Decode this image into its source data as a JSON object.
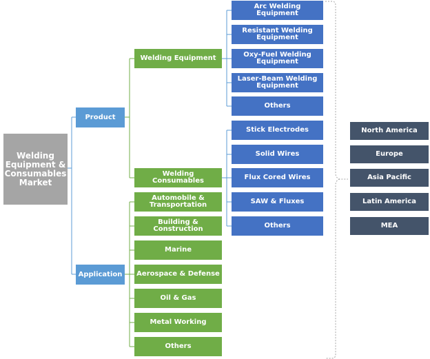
{
  "root": "Welding Equipment & Consumables Market",
  "product": {
    "label": "Product",
    "welding_equipment": {
      "label": "Welding Equipment",
      "items": [
        "Arc Welding Equipment",
        "Resistant Welding Equipment",
        "Oxy-Fuel Welding Equipment",
        "Laser-Beam Welding Equipment",
        "Others"
      ]
    },
    "welding_consumables": {
      "label": "Welding Consumables",
      "items": [
        "Stick Electrodes",
        "Solid Wires",
        "Flux Cored Wires",
        "SAW & Fluxes",
        "Others"
      ]
    }
  },
  "application": {
    "label": "Application",
    "items": [
      "Automobile & Transportation",
      "Building & Construction",
      "Marine",
      "Aerospace & Defense",
      "Oil & Gas",
      "Metal Working",
      "Others"
    ]
  },
  "regions": [
    "North America",
    "Europe",
    "Asia Pacific",
    "Latin America",
    "MEA"
  ],
  "colors": {
    "root": "#a5a5a5",
    "level1": "#5b9bd5",
    "level2_green": "#70ad47",
    "level3_blue": "#4472c4",
    "region": "#44546a",
    "connector_blue": "#5b9bd5",
    "connector_green": "#70ad47"
  }
}
